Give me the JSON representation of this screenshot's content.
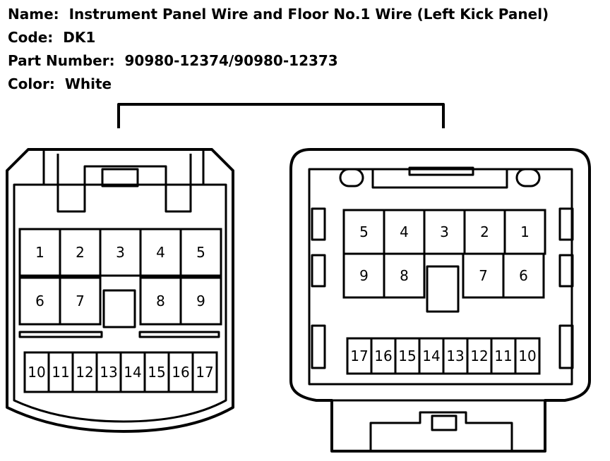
{
  "header": {
    "name_label": "Name:",
    "name_value": "Instrument Panel Wire and Floor No.1 Wire (Left Kick Panel)",
    "code_label": "Code:",
    "code_value": "DK1",
    "part_label": "Part Number:",
    "part_value": "90980-12374/90980-12373",
    "color_label": "Color:",
    "color_value": "White"
  },
  "left_connector": {
    "top_row": [
      "1",
      "2",
      "3",
      "4",
      "5"
    ],
    "mid_row": [
      "6",
      "7",
      "8",
      "9"
    ],
    "bottom_row": [
      "10",
      "11",
      "12",
      "13",
      "14",
      "15",
      "16",
      "17"
    ]
  },
  "right_connector": {
    "top_row": [
      "5",
      "4",
      "3",
      "2",
      "1"
    ],
    "mid_row": [
      "9",
      "8",
      "7",
      "6"
    ],
    "bottom_row": [
      "17",
      "16",
      "15",
      "14",
      "13",
      "12",
      "11",
      "10"
    ]
  }
}
